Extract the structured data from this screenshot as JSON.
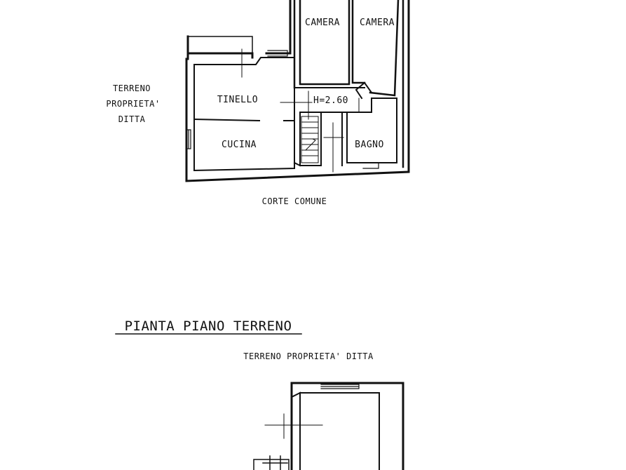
{
  "upper_plan": {
    "rooms": {
      "camera_left": "CAMERA",
      "camera_right": "CAMERA",
      "tinello": "TINELLO",
      "cucina": "CUCINA",
      "bagno": "BAGNO",
      "height_note": "H=2.60"
    },
    "side_label_lines": [
      "TERRENO",
      "PROPRIETA'",
      "DITTA"
    ],
    "bottom_label": "CORTE COMUNE"
  },
  "ground_plan": {
    "title": "PIANTA PIANO TERRENO",
    "top_label": "TERRENO PROPRIETA' DITTA"
  },
  "colors": {
    "ink": "#111111",
    "paper": "#ffffff"
  }
}
